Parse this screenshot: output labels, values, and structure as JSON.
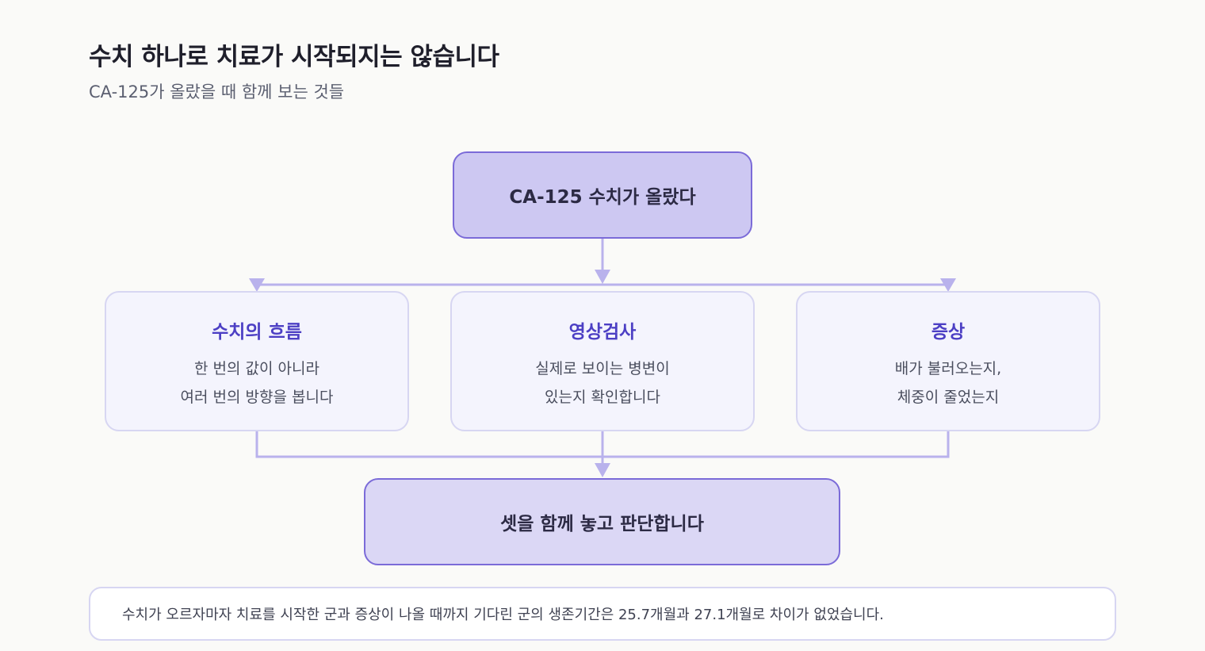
{
  "title": "수치 하나로 치료가 시작되지는 않습니다",
  "subtitle": "CA-125가 올랐을 때 함께 보는 것들",
  "top_node": {
    "label": "CA-125 수치가 올랐다"
  },
  "cards": [
    {
      "heading": "수치의 흐름",
      "lines": [
        "한 번의 값이 아니라",
        "여러 번의 방향을 봅니다"
      ]
    },
    {
      "heading": "영상검사",
      "lines": [
        "실제로 보이는 병변이",
        "있는지 확인합니다"
      ]
    },
    {
      "heading": "증상",
      "lines": [
        "배가 불러오는지,",
        "체중이 줄었는지"
      ]
    }
  ],
  "bottom_node": {
    "label": "셋을 함께 놓고 판단합니다"
  },
  "note": "수치가 오르자마자 치료를 시작한 군과 증상이 나올 때까지 기다린 군의 생존기간은 25.7개월과 27.1개월로 차이가 없었습니다.",
  "colors": {
    "accent": "#7b6bd8",
    "connector": "#b9b2ec",
    "card_heading": "#4c3fc4",
    "node_fill": "#cdc8f2"
  }
}
